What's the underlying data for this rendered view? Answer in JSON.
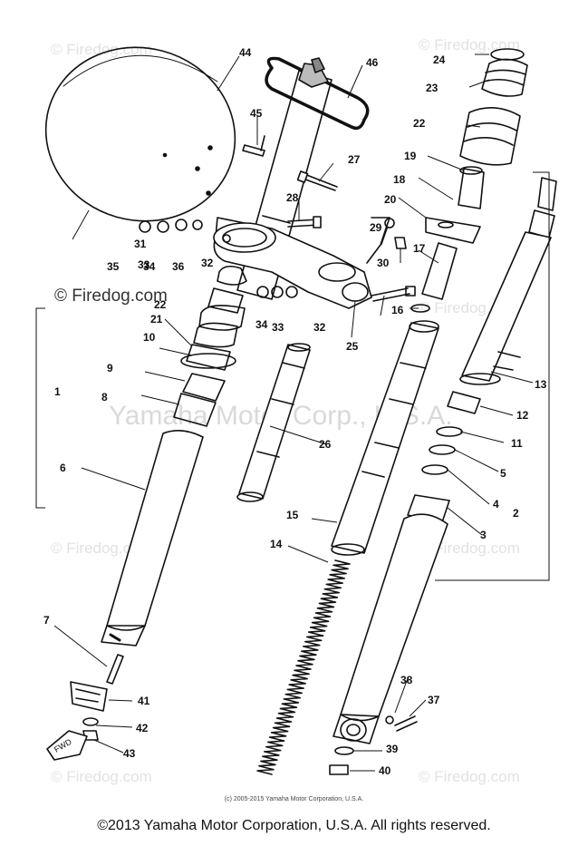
{
  "watermarks": {
    "site": "© Firedog.com",
    "site_strong": "© Firedog.com",
    "center": "Yamaha Motor Corp., U.S.A."
  },
  "fwd_label": "FWD",
  "callouts": [
    "1",
    "2",
    "3",
    "4",
    "5",
    "6",
    "7",
    "8",
    "9",
    "10",
    "11",
    "12",
    "13",
    "14",
    "15",
    "16",
    "17",
    "18",
    "19",
    "20",
    "21",
    "22",
    "22",
    "23",
    "24",
    "25",
    "26",
    "27",
    "28",
    "29",
    "30",
    "31",
    "32",
    "32",
    "33",
    "33",
    "34",
    "34",
    "35",
    "36",
    "37",
    "38",
    "39",
    "40",
    "41",
    "42",
    "43",
    "44",
    "45",
    "46"
  ],
  "copyright_small": "(c) 2005-2015 Yamaha Motor Corporation, U.S.A.",
  "copyright_main": "©2013 Yamaha Motor Corporation, U.S.A. All rights reserved."
}
